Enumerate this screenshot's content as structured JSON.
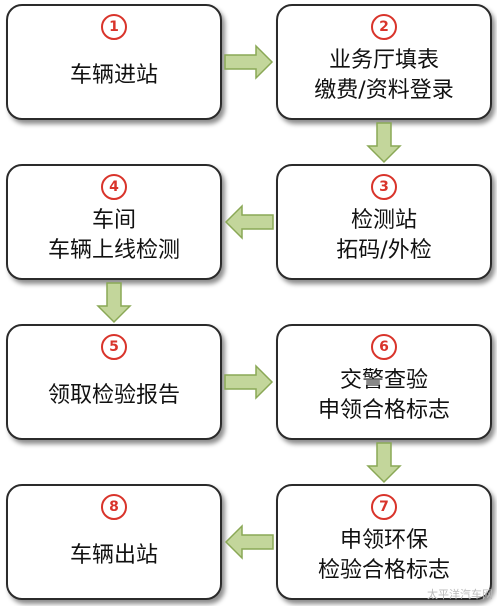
{
  "steps": [
    {
      "num": "1",
      "line1": "车辆进站",
      "line2": ""
    },
    {
      "num": "2",
      "line1": "业务厅填表",
      "line2": "缴费/资料登录"
    },
    {
      "num": "3",
      "line1": "检测站",
      "line2": "拓码/外检"
    },
    {
      "num": "4",
      "line1": "车间",
      "line2": "车辆上线检测"
    },
    {
      "num": "5",
      "line1": "领取检验报告",
      "line2": ""
    },
    {
      "num": "6",
      "line1": "交警查验",
      "line2": "申领合格标志"
    },
    {
      "num": "7",
      "line1": "申领环保",
      "line2": "检验合格标志"
    },
    {
      "num": "8",
      "line1": "车辆出站",
      "line2": ""
    }
  ],
  "colors": {
    "arrow_fill": "#c3d69b",
    "arrow_stroke": "#8aa856",
    "number": "#d9342b",
    "border": "#2b2b2b"
  },
  "watermark": "太平洋汽车网"
}
